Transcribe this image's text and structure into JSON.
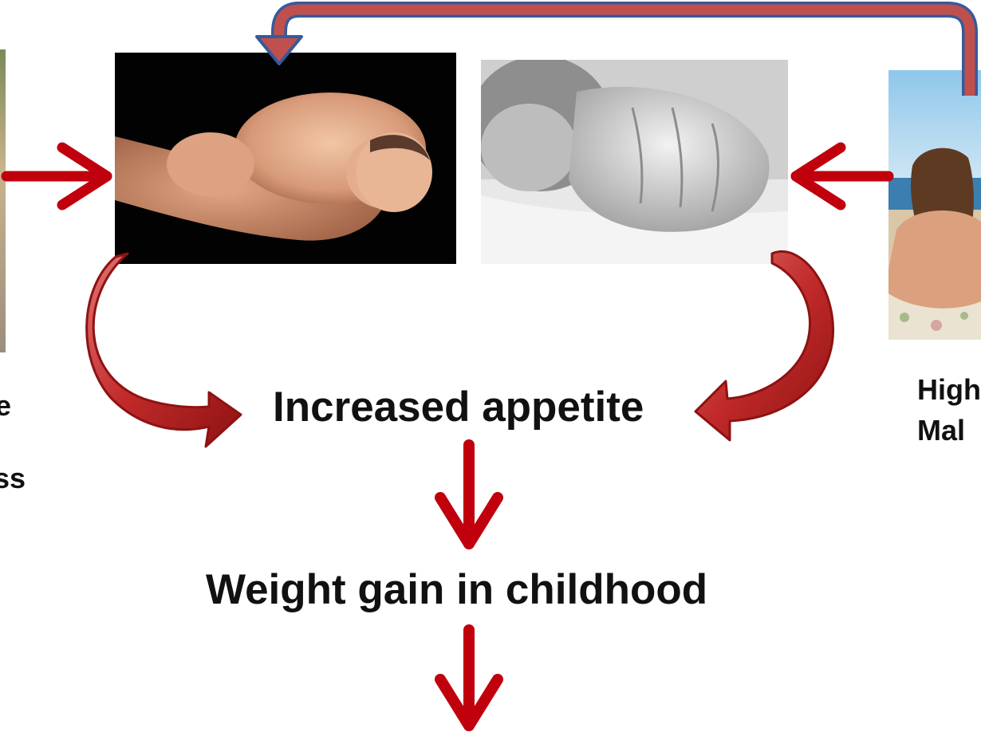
{
  "nodes": {
    "appetite": "Increased appetite",
    "weight_gain": "Weight gain in childhood"
  },
  "side_labels": {
    "left_line_1": "e",
    "left_line_2": "ss",
    "right_line_1": "High",
    "right_line_2": "Mal"
  },
  "colors": {
    "arrow_red": "#c0000c",
    "feedback_fill": "#c0504d",
    "feedback_outline": "#375a9b",
    "curved_arrow": "#b81c1c",
    "text": "#111111"
  },
  "icons": {
    "down_arrow": "v-arrow-down-icon",
    "right_arrow": "right-arrow-icon",
    "left_arrow": "left-arrow-icon",
    "curved_arrow": "curved-arrow-icon",
    "feedback": "feedback-loop-arrow-icon"
  }
}
